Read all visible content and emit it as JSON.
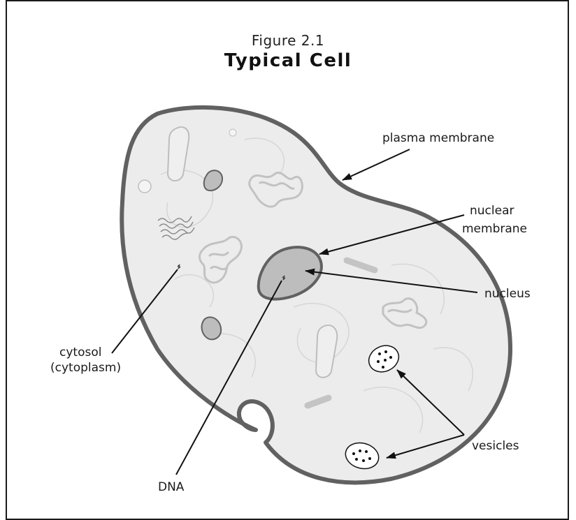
{
  "figure": {
    "number": "Figure 2.1",
    "title": "Typical Cell"
  },
  "labels": {
    "plasma_membrane": "plasma membrane",
    "nuclear_membrane_line1": "nuclear",
    "nuclear_membrane_line2": "membrane",
    "nucleus": "nucleus",
    "cytosol_line1": "cytosol",
    "cytosol_line2": "(cytoplasm)",
    "dna": "DNA",
    "vesicles": "vesicles"
  },
  "colors": {
    "membrane": "#616161",
    "cytoplasm": "#ececec",
    "nucleus": "#bdbdbd",
    "organelle": "#c4c4c4",
    "line": "#111111"
  }
}
